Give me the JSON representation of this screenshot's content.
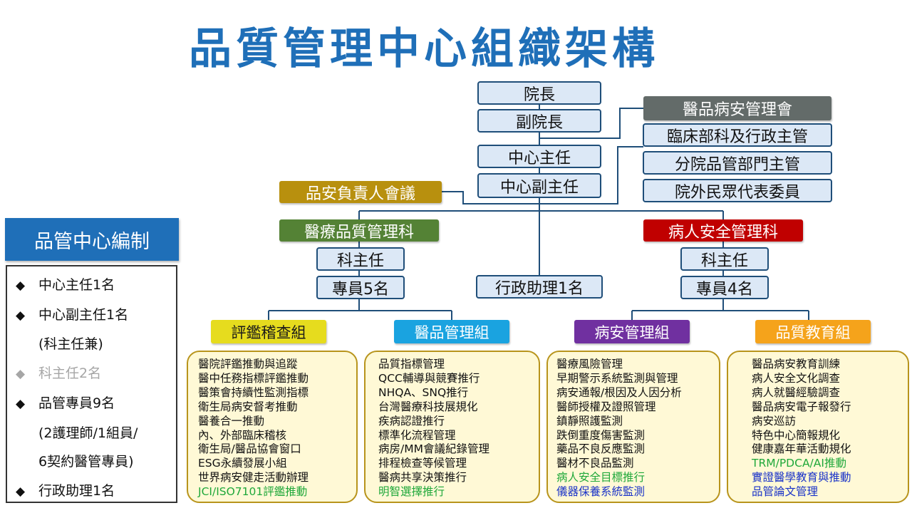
{
  "title": "品質管理中心組織架構",
  "colors": {
    "title": "#1f6fb8",
    "box_fill": "#dce8f6",
    "box_border": "#1f4e79",
    "committee": "#636b69",
    "safety_meeting": "#b8900e",
    "medical_quality": "#548235",
    "patient_safety": "#c00000",
    "group_audit": "#e6dc1e",
    "group_quality_mgmt": "#1aa3e0",
    "group_safety_mgmt": "#7030a0",
    "group_education": "#f5a31b",
    "list_fill": "#fff9d6",
    "list_border": "#b8941c",
    "green_text": "#1fa83a",
    "blue_text": "#1a33c8",
    "muted_text": "#a6a6a6"
  },
  "leadership": {
    "president": "院長",
    "vice_president": "副院長",
    "director": "中心主任",
    "deputy_director": "中心副主任"
  },
  "committee": {
    "name": "醫品病安管理會",
    "members": [
      "臨床部科及行政主管",
      "分院品管部門主管",
      "院外民眾代表委員"
    ]
  },
  "safety_meeting": "品安負責人會議",
  "admin_assistant": "行政助理1名",
  "departments": {
    "medical_quality": {
      "name": "醫療品質管理科",
      "chief": "科主任",
      "staff": "專員5名"
    },
    "patient_safety": {
      "name": "病人安全管理科",
      "chief": "科主任",
      "staff": "專員4名"
    }
  },
  "groups": {
    "audit": {
      "name": "評鑑稽查組",
      "items": [
        {
          "text": "醫院評鑑推動與追蹤",
          "color": "default"
        },
        {
          "text": "醫中任務指標評鑑推動",
          "color": "default"
        },
        {
          "text": "醫策會持續性監測指標",
          "color": "default"
        },
        {
          "text": "衛生局病安督考推動",
          "color": "default"
        },
        {
          "text": "醫養合一推動",
          "color": "default"
        },
        {
          "text": "內、外部臨床稽核",
          "color": "default"
        },
        {
          "text": "衛生局/醫品協會窗口",
          "color": "default"
        },
        {
          "text": "ESG永續發展小組",
          "color": "default"
        },
        {
          "text": "世界病安健走活動辦理",
          "color": "default"
        },
        {
          "text": "JCI/ISO7101評鑑推動",
          "color": "green"
        }
      ]
    },
    "quality_mgmt": {
      "name": "醫品管理組",
      "items": [
        {
          "text": "品質指標管理",
          "color": "default"
        },
        {
          "text": "QCC輔導與競賽推行",
          "color": "default"
        },
        {
          "text": "NHQA、SNQ推行",
          "color": "default"
        },
        {
          "text": "台灣醫療科技展規化",
          "color": "default"
        },
        {
          "text": "疾病認證推行",
          "color": "default"
        },
        {
          "text": "標準化流程管理",
          "color": "default"
        },
        {
          "text": "病房/MM會議紀錄管理",
          "color": "default"
        },
        {
          "text": "排程檢查等候管理",
          "color": "default"
        },
        {
          "text": "醫病共享決策推行",
          "color": "default"
        },
        {
          "text": "明智選擇推行",
          "color": "green"
        }
      ]
    },
    "safety_mgmt": {
      "name": "病安管理組",
      "items": [
        {
          "text": "醫療風險管理",
          "color": "default"
        },
        {
          "text": "早期警示系統監測與管理",
          "color": "default"
        },
        {
          "text": "病安通報/根因及人因分析",
          "color": "default"
        },
        {
          "text": "醫師授權及證照管理",
          "color": "default"
        },
        {
          "text": "鎮靜照護監測",
          "color": "default"
        },
        {
          "text": "跌倒重度傷害監測",
          "color": "default"
        },
        {
          "text": "藥品不良反應監測",
          "color": "default"
        },
        {
          "text": "醫材不良品監測",
          "color": "default"
        },
        {
          "text": "病人安全目標推行",
          "color": "green"
        },
        {
          "text": "儀器保養系統監測",
          "color": "blue"
        }
      ]
    },
    "education": {
      "name": "品質教育組",
      "items": [
        {
          "text": "醫品病安教育訓練",
          "color": "default"
        },
        {
          "text": "病人安全文化調查",
          "color": "default"
        },
        {
          "text": "病人就醫經驗調查",
          "color": "default"
        },
        {
          "text": "醫品病安電子報發行",
          "color": "default"
        },
        {
          "text": "病安巡訪",
          "color": "default"
        },
        {
          "text": "特色中心簡報規化",
          "color": "default"
        },
        {
          "text": "健康嘉年華活動規化",
          "color": "default"
        },
        {
          "text": "TRM/PDCA/AI推動",
          "color": "green"
        },
        {
          "text": "實證醫學教育與推動",
          "color": "blue"
        },
        {
          "text": "品管論文管理",
          "color": "blue"
        }
      ]
    }
  },
  "staffing": {
    "title": "品管中心編制",
    "bullet": "◆",
    "items": [
      {
        "text": "中心主任1名",
        "bullet": true,
        "muted": false
      },
      {
        "text": "中心副主任1名",
        "bullet": true,
        "muted": false
      },
      {
        "text": "(科主任兼)",
        "bullet": false,
        "muted": false
      },
      {
        "text": "科主任2名",
        "bullet": true,
        "muted": true
      },
      {
        "text": "品管專員9名",
        "bullet": true,
        "muted": false
      },
      {
        "text": "(2護理師/1組員/",
        "bullet": false,
        "muted": false
      },
      {
        "text": "6契約醫管專員)",
        "bullet": false,
        "muted": false
      },
      {
        "text": "行政助理1名",
        "bullet": true,
        "muted": false
      }
    ]
  }
}
